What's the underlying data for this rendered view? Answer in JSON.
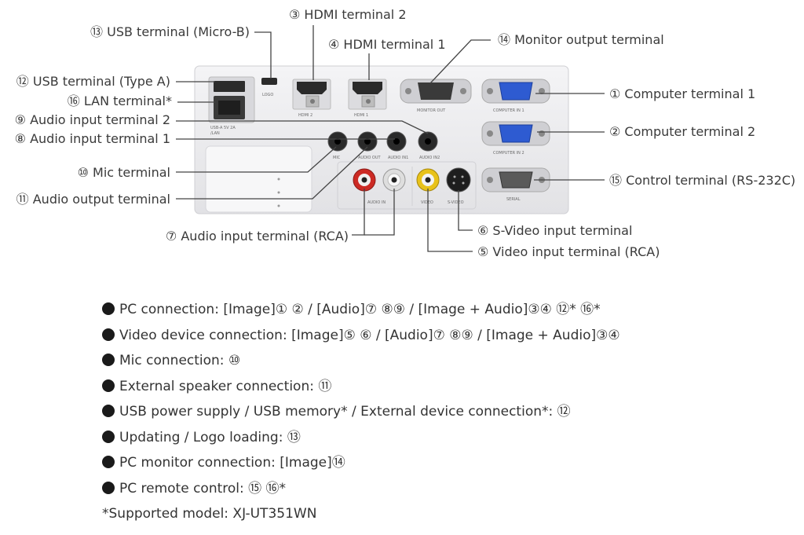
{
  "labels": {
    "usb_micro_b": "⑬ USB terminal (Micro-B)",
    "hdmi2": "③ HDMI terminal 2",
    "hdmi1": "④ HDMI terminal 1",
    "monitor_out": "⑭ Monitor output terminal",
    "usb_type_a": "⑫ USB terminal (Type A)",
    "lan": "⑯ LAN terminal*",
    "audio_in2": "⑨ Audio input terminal 2",
    "audio_in1": "⑧ Audio input terminal 1",
    "mic": "⑩ Mic terminal",
    "audio_out": "⑪ Audio output terminal",
    "audio_rca": "⑦ Audio input terminal (RCA)",
    "svideo": "⑥ S-Video input terminal",
    "video_rca": "⑤ Video input terminal (RCA)",
    "computer1": "① Computer terminal 1",
    "computer2": "② Computer terminal 2",
    "control": "⑮ Control terminal (RS-232C)"
  },
  "panel_text": {
    "logo": "LOGO",
    "usb_power": "USB-A 5V 2A",
    "lan": "/LAN",
    "hdmi2": "HDMI 2",
    "hdmi1": "HDMI 1",
    "monitor_out": "MONITOR OUT",
    "computer_in1": "COMPUTER IN 1",
    "computer_in2": "COMPUTER IN 2",
    "serial": "SERIAL",
    "mic": "MIC",
    "audio_out": "AUDIO OUT",
    "audio_in1": "AUDIO IN1",
    "audio_in2": "AUDIO IN2",
    "audio_in": "AUDIO IN",
    "video": "VIDEO",
    "s_video": "S-VIDEO"
  },
  "connections": [
    "PC connection: [Image]① ②  / [Audio]⑦ ⑧⑨ / [Image + Audio]③④ ⑫* ⑯*",
    "Video device connection: [Image]⑤ ⑥ / [Audio]⑦ ⑧⑨ / [Image + Audio]③④",
    "Mic connection: ⑩",
    "External speaker connection: ⑪",
    "USB power supply / USB memory* / External device connection*: ⑫",
    "Updating / Logo loading: ⑬",
    "PC monitor connection: [Image]⑭",
    "PC remote control: ⑮ ⑯*"
  ],
  "footnote": "*Supported model: XJ-UT351WN",
  "colors": {
    "panel": "#ebebed",
    "vga_port": "#2e5bd1",
    "rca_red": "#cc2a24",
    "rca_white": "#f2f2f2",
    "rca_yellow": "#e8c21a"
  }
}
